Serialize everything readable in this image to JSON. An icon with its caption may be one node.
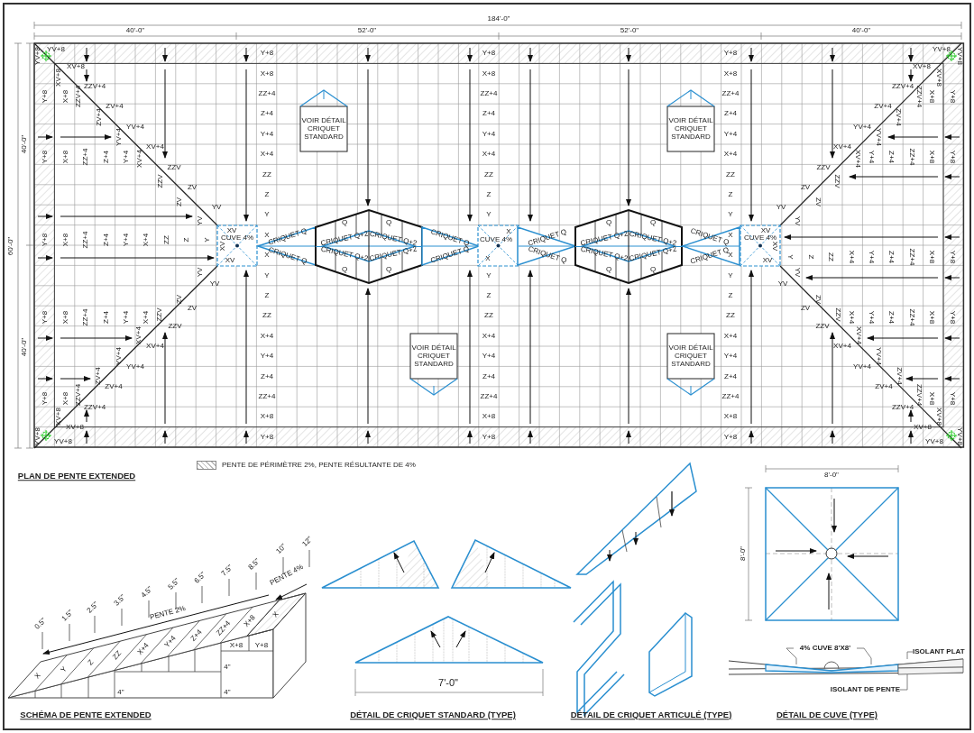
{
  "diagram": {
    "nodes": [
      {
        "text": [
          "VOIR DÉTAIL CRIQUET STANDARD"
        ]
      },
      {
        "text": [
          "VOIR DÉTAIL CRIQUET STANDARD"
        ]
      },
      {
        "text": [
          "XV",
          "CUVE 4%",
          "XV",
          "XV"
        ]
      },
      {
        "text": [
          "CRIQUET Q",
          "CRIQUET Q"
        ]
      },
      {
        "text": [
          "Q",
          "Q",
          "Q",
          "Q"
        ]
      },
      {
        "text": [
          "CRIQUET Q+2",
          "CRIQUET Q+2",
          "CRIQUET Q+2",
          "CRIQUET Q+2"
        ],
        "in": 4
      },
      {
        "text": [
          "CRIQUET Q",
          "CRIQUET Q"
        ]
      },
      {
        "text": [
          "X",
          "CUVE 4%",
          "X"
        ]
      },
      {
        "text": [
          "CRIQUET Q",
          "CRIQUET Q"
        ]
      },
      {
        "text": [
          "Q",
          "Q",
          "Q",
          "Q"
        ]
      },
      {
        "text": [
          "CRIQUET Q+2",
          "CRIQUET Q+2",
          "CRIQUET Q+2",
          "CRIQUET Q+2"
        ],
        "in": 9
      },
      {
        "text": [
          "CRIQUET Q",
          "CRIQUET Q"
        ]
      },
      {
        "text": [
          "XV",
          "CUVE 4%",
          "XV",
          "XV"
        ]
      },
      {
        "text": [
          "VOIR DÉTAIL CRIQUET STANDARD"
        ]
      },
      {
        "text": [
          "VOIR DÉTAIL CRIQUET STANDARD"
        ]
      },
      {
        "text": [
          "4% CUVE 8'X8'"
        ]
      },
      {
        "text": [
          "ISOLANT PLAT"
        ]
      },
      {
        "text": [
          "ISOLANT DE PENTE"
        ]
      },
      {
        "text": [],
        "shape": "box"
      },
      {
        "text": [],
        "shape": "bar"
      },
      {
        "text": [],
        "shape": "bar"
      }
    ],
    "edges": [
      {
        "from": 15,
        "to": 18,
        "arrow": "none"
      },
      {
        "from": 15,
        "to": 18,
        "arrow": "none"
      },
      {
        "from": 16,
        "to": 19,
        "arrow": "none"
      },
      {
        "from": 17,
        "to": 20,
        "arrow": "none"
      }
    ],
    "labels": [
      "184'-0\"",
      "40'-0\"",
      "52'-0\"",
      "52'-0\"",
      "40'-0\"",
      "40'-0\"",
      "60'-0\"",
      "40'-0\"",
      "YV+8",
      "YV+8",
      "XV+8",
      "XV+8",
      "Y+8",
      "X+8",
      "ZZV+4",
      "ZZV+4",
      "ZV+4",
      "ZV+4",
      "YV+4",
      "YV+4",
      "XV+4",
      "Y+8",
      "X+8",
      "ZZ+4",
      "Z+4",
      "Y+4",
      "XV+4",
      "ZZV",
      "ZZV",
      "ZV",
      "ZV",
      "YV",
      "YV",
      "Y+8",
      "X+8",
      "ZZ+4",
      "Z+4",
      "Y+4",
      "X+4",
      "ZZ",
      "Z",
      "Y",
      "YV",
      "YV",
      "ZV",
      "ZV",
      "Y+8",
      "X+8",
      "ZZ+4",
      "Z+4",
      "Y+4",
      "X+4",
      "ZZV",
      "ZZV",
      "XV+4",
      "XV+4",
      "YV+4",
      "YV+4",
      "ZV+4",
      "ZV+4",
      "Y+8",
      "X+8",
      "ZZV+4",
      "ZZV+4",
      "XV+8",
      "XV+8",
      "YV+8",
      "YV+8",
      "Y+8",
      "X+8",
      "ZZ+4",
      "Z+4",
      "Y+4",
      "X+4",
      "ZZ",
      "Z",
      "Y",
      "X",
      "X",
      "Y",
      "Z",
      "ZZ",
      "X+4",
      "Y+4",
      "Z+4",
      "ZZ+4",
      "X+8",
      "Y+8",
      "Y+8",
      "X+8",
      "ZZ+4",
      "Z+4",
      "Y+4",
      "X+4",
      "ZZ",
      "Z",
      "Y",
      "Y",
      "Z",
      "ZZ",
      "X+4",
      "Y+4",
      "Z+4",
      "ZZ+4",
      "X+8",
      "Y+8",
      "Y+8",
      "X+8",
      "ZZ+4",
      "Z+4",
      "Y+4",
      "X+4",
      "ZZ",
      "Z",
      "Y",
      "X",
      "X",
      "Y",
      "Z",
      "ZZ",
      "X+4",
      "Y+4",
      "Z+4",
      "ZZ+4",
      "X+8",
      "Y+8",
      "YV+8",
      "YV+8",
      "XV+8",
      "XV+8",
      "Y+8",
      "X+8",
      "ZZV+4",
      "ZZV+4",
      "ZV+4",
      "ZV+4",
      "YV+4",
      "YV+4",
      "XV+4",
      "Y+8",
      "X+8",
      "ZZ+4",
      "Z+4",
      "Y+4",
      "XV+4",
      "ZZV",
      "ZZV",
      "ZV",
      "ZV",
      "YV",
      "YV",
      "Y+8",
      "X+8",
      "ZZ+4",
      "Z+4",
      "Y+4",
      "X+4",
      "ZZ",
      "Z",
      "Y",
      "YV",
      "YV",
      "ZV",
      "ZV",
      "Y+8",
      "X+8",
      "ZZ+4",
      "Z+4",
      "Y+4",
      "X+4",
      "ZZV",
      "ZZV",
      "XV+4",
      "XV+4",
      "YV+4",
      "YV+4",
      "ZV+4",
      "ZV+4",
      "Y+8",
      "X+8",
      "ZZV+4",
      "ZZV+4",
      "XV+8",
      "XV+8",
      "YV+8",
      "YV+8",
      "PLAN DE PENTE EXTENDED",
      "0.5\"",
      "1.5\"",
      "2.5\"",
      "3.5\"",
      "4.5\"",
      "5.5\"",
      "6.5\"",
      "7.5\"",
      "8.5\"",
      "10\"",
      "12\"",
      "PENTE 4%",
      "PENTE 2%",
      "X",
      "Y",
      "Z",
      "ZZ",
      "X+4",
      "Y+4",
      "Z+4",
      "ZZ+4",
      "X+8",
      "X",
      "X+8",
      "Y+8",
      "4\"",
      "4\"",
      "4\"",
      "SCHÉMA DE PENTE EXTENDED",
      "7'-0\"",
      "DÉTAIL DE CRIQUET STANDARD (TYPE)",
      "DÉTAIL DE CRIQUET ARTICULÉ (TYPE)",
      "8'-0\"",
      "8'-0\"",
      "DÉTAIL DE CUVE (TYPE)"
    ],
    "legend": [
      {
        "text": "PENTE DE PÉRIMÈTRE 2%, PENTE RÉSULTANTE DE 4%"
      }
    ]
  }
}
